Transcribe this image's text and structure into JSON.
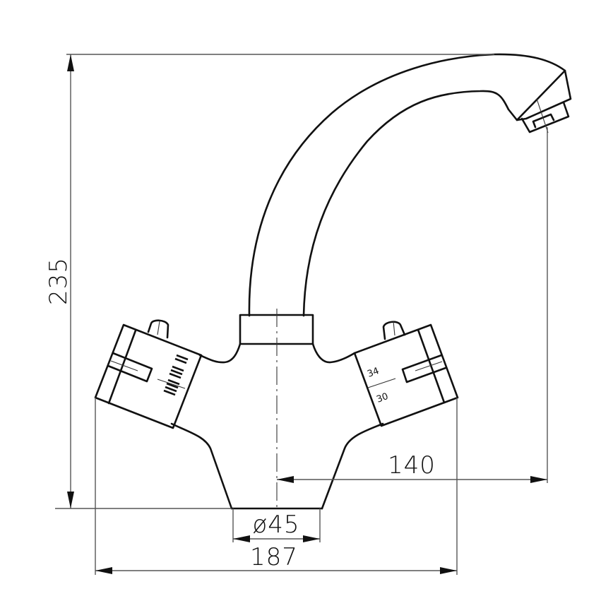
{
  "drawing": {
    "subject": "Single-hole two-handle basin mixer tap with swivel spout",
    "units": "mm",
    "colors": {
      "line": "#111111",
      "dimension": "#555555",
      "background": "#ffffff"
    },
    "dimensions": {
      "total_height": {
        "value": "235",
        "orientation": "vertical"
      },
      "spout_reach": {
        "value": "140",
        "orientation": "horizontal"
      },
      "base_diameter": {
        "value": "ø45",
        "orientation": "horizontal"
      },
      "overall_width": {
        "value": "187",
        "orientation": "horizontal"
      }
    },
    "handle_labels": {
      "right_upper": "34",
      "right_lower": "30"
    },
    "left_handle_marks": {
      "groups": [
        2,
        3,
        4
      ]
    }
  }
}
